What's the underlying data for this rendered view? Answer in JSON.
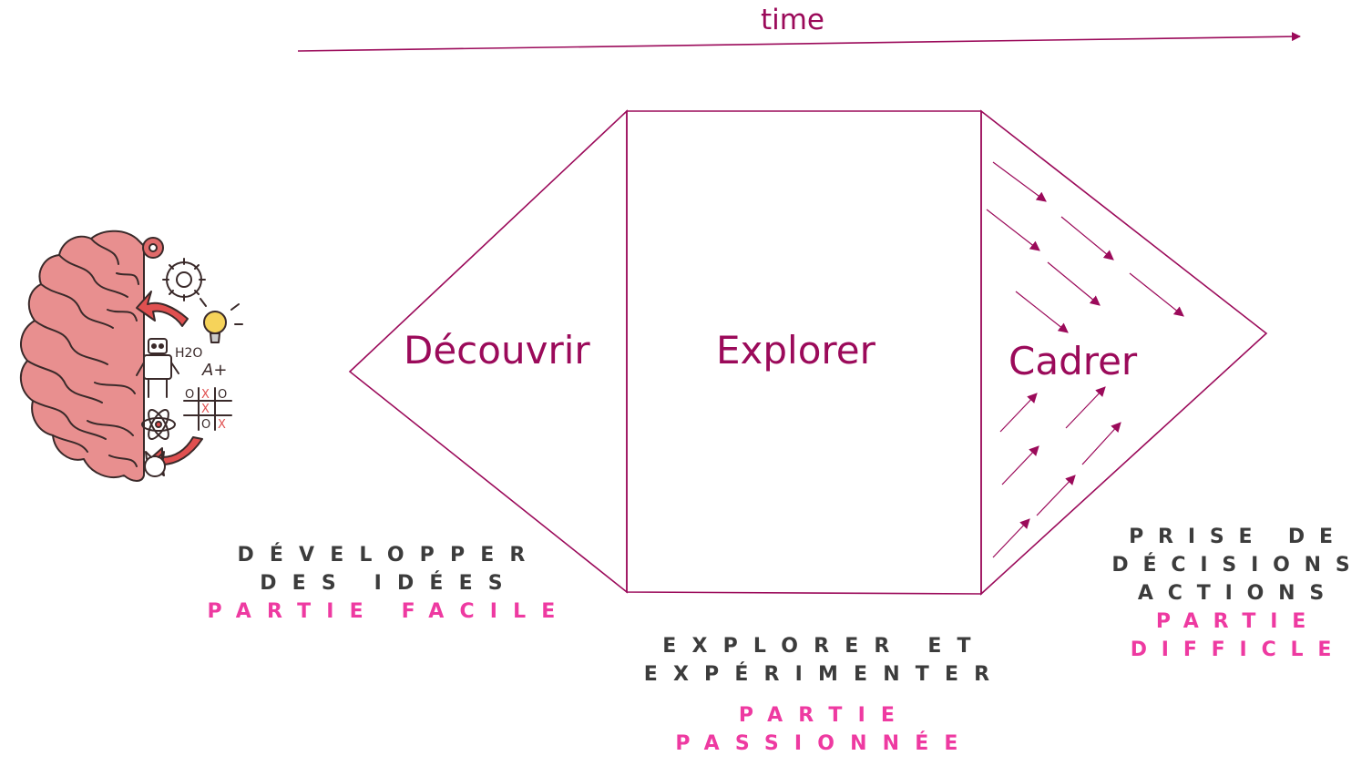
{
  "timeline": {
    "label": "time"
  },
  "phases": [
    {
      "title": "Découvrir",
      "caption_lines": [
        "DÉVELOPPER",
        "DES IDÉES"
      ],
      "caption_highlight": [
        "PARTIE FACILE"
      ]
    },
    {
      "title": "Explorer",
      "caption_lines": [
        "EXPLORER ET",
        "EXPÉRIMENTER"
      ],
      "caption_highlight": [
        "PARTIE",
        "PASSIONNÉE"
      ]
    },
    {
      "title": "Cadrer",
      "caption_lines": [
        "PRISE DE",
        "DÉCISIONS",
        "ACTIONS"
      ],
      "caption_highlight": [
        "PARTIE",
        "DIFFICLE"
      ]
    }
  ],
  "illustration": {
    "icon": "brain-icon"
  },
  "colors": {
    "accent": "#9b0a5a",
    "highlight": "#ee3aa1",
    "caption": "#3c3c3c",
    "brain": "#e88f8f"
  }
}
